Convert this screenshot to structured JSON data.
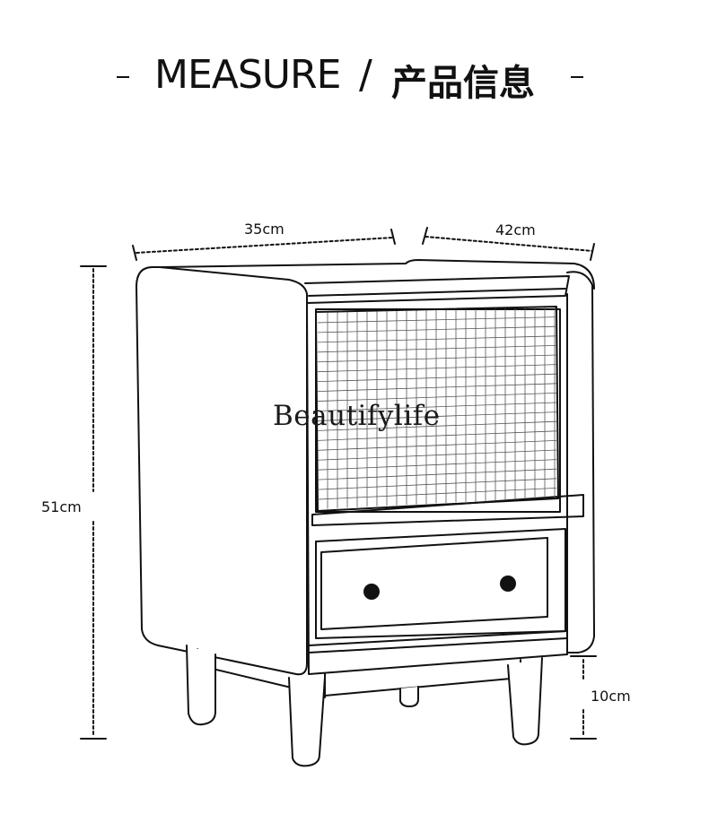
{
  "header": {
    "title_en": "MEASURE",
    "separator": "/",
    "title_cn": "产品信息"
  },
  "dimensions": {
    "width": "35cm",
    "depth": "42cm",
    "height": "51cm",
    "leg_height": "10cm"
  },
  "watermark": "Beautifylife"
}
